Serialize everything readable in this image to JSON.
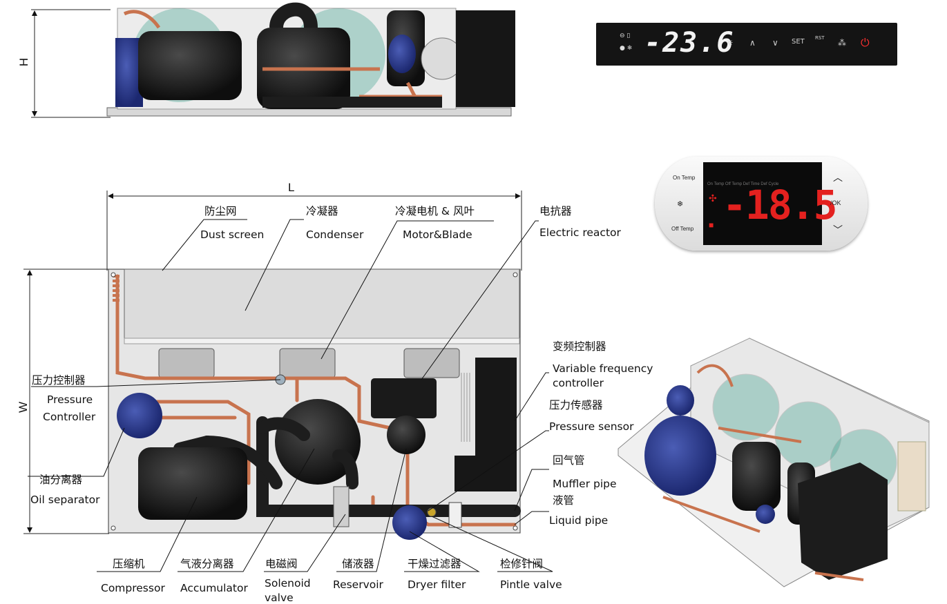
{
  "dimensions": {
    "height": "H",
    "length": "L",
    "width": "W"
  },
  "labels": {
    "dust_screen": {
      "zh": "防尘网",
      "en": "Dust  screen"
    },
    "condenser": {
      "zh": "冷凝器",
      "en": "Condenser"
    },
    "motor_blade": {
      "zh": "冷凝电机  & 风叶",
      "en": "Motor&Blade"
    },
    "electric_reactor": {
      "zh": "电抗器",
      "en": "Electric reactor"
    },
    "vf_controller": {
      "zh": "变频控制器",
      "en_line1": "Variable frequency",
      "en_line2": "controller"
    },
    "pressure_sensor": {
      "zh": "压力传感器",
      "en": "Pressure sensor"
    },
    "muffler_pipe": {
      "zh": "回气管",
      "en": "Muffler pipe"
    },
    "liquid_pipe": {
      "zh": "液管",
      "en": "Liquid pipe"
    },
    "pressure_controller": {
      "zh": "压力控制器",
      "en_line1": "Pressure",
      "en_line2": "Controller"
    },
    "oil_separator": {
      "zh": "油分离器",
      "en": "Oil separator"
    },
    "compressor": {
      "zh": "压缩机",
      "en": "Compressor"
    },
    "accumulator": {
      "zh": "气液分离器",
      "en": "Accumulator"
    },
    "solenoid_valve": {
      "zh": "电磁阀",
      "en_line1": "Solenoid",
      "en_line2": "valve"
    },
    "reservoir": {
      "zh": "储液器",
      "en": "Reservoir"
    },
    "dryer_filter": {
      "zh": "干燥过滤器",
      "en": "Dryer filter"
    },
    "pintle_valve": {
      "zh": "检修针阀",
      "en": "Pintle valve"
    }
  },
  "controller_1": {
    "display": "-23.6",
    "buttons": [
      "∧",
      "∨",
      "SET",
      "RST"
    ],
    "power_icon": "power-icon",
    "colors": {
      "background": "#141414",
      "power": "#ff3030"
    }
  },
  "controller_2": {
    "display": "-18.5",
    "left_buttons": [
      "On Temp",
      "Off Temp"
    ],
    "right_button": "/OK",
    "mode_labels": "On  Temp  Off  Temp  Def  Time  Def  Cycle",
    "colors": {
      "display": "#e4211f",
      "screen": "#0b0b0b"
    }
  },
  "colors": {
    "copper": "#c8734e",
    "unit_body": "#e6e6e6",
    "dark_component": "#1d1d1d",
    "blue_component": "#2a3a8c",
    "fan_teal": "#3aa08c"
  }
}
